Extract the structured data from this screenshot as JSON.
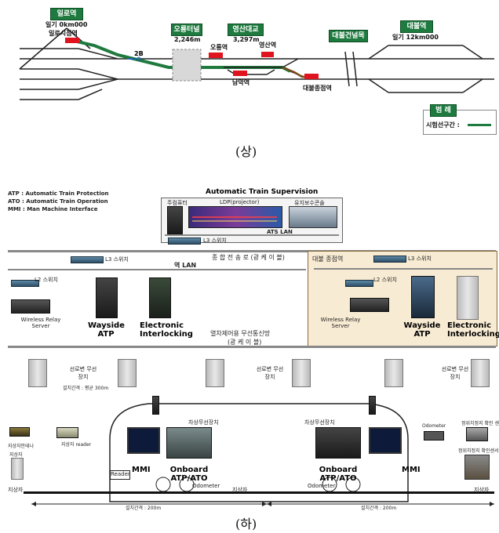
{
  "top": {
    "stations": {
      "ilro": {
        "name": "일로역",
        "km": "일기 0km000",
        "sub": "일로시점역"
      },
      "tunnel": {
        "name": "오룡터널",
        "len": "2,246m"
      },
      "bridge": {
        "name": "영산대교",
        "len": "3,297m"
      },
      "overpass": {
        "name": "대불건널목"
      },
      "daebul": {
        "name": "대불역",
        "km": "일기 12km000"
      }
    },
    "labels": {
      "oryong": "오룡역",
      "yeongsan": "영산역",
      "namak": "남악역",
      "daebul_sub": "대불종점역",
      "signal": "2B"
    },
    "legend": {
      "title": "범 례",
      "item": "시험선구간 :"
    },
    "caption": "(상)"
  },
  "bottom": {
    "notes": [
      "ATP : Automatic Train Protection",
      "ATO : Automatic Train Operation",
      "MMI : Man Machine Interface"
    ],
    "ats": {
      "title": "Automatic Train Supervision",
      "left": "주컴퓨터",
      "ldp": "LDP(projector)",
      "right": "유지보수콘솔",
      "l3": "L3 스위치",
      "lan": "ATS LAN"
    },
    "backbone": "종 합 전 송 로 (광 케 이 블)",
    "station_lan": "역 LAN",
    "left_l3": "L3 스위치",
    "left_l2": "L2 스위치",
    "left_wrs": "Wireless Relay Server",
    "left_atp": "Wayside ATP",
    "left_ei": "Electronic Interlocking",
    "daebul_box": "대불 종점역",
    "right_l3": "L3 스위치",
    "right_l2": "L2 스위치",
    "right_wrs": "Wireless Relay Server",
    "right_atp": "Wayside ATP",
    "right_ei": "Electronic Interlocking",
    "radio_net": "열차제어용 무선통신망",
    "radio_net2": "(광 케 이 블)",
    "wayside_radio": "선로변 무선장치",
    "spacing": "설치간격 : 평균 300m",
    "train": {
      "onboard_radio": "차상무선장치",
      "mmi": "MMI",
      "onboard": "Onboard ATP/ATO",
      "reader": "Reader",
      "odometer": "Odometer",
      "tag": "지상자",
      "install": "설치간격 : 200m"
    },
    "side": {
      "left1": "지상자안테나",
      "left2": "지상자 reader",
      "left3": "지상자",
      "right1": "Odometer",
      "right2": "정위치정지 확인 센서",
      "right3": "정위치정지 확인센서"
    },
    "caption": "(하)"
  },
  "colors": {
    "track": "#1f7a3f",
    "red": "#e0141e",
    "sign": "#1f7a3f"
  }
}
